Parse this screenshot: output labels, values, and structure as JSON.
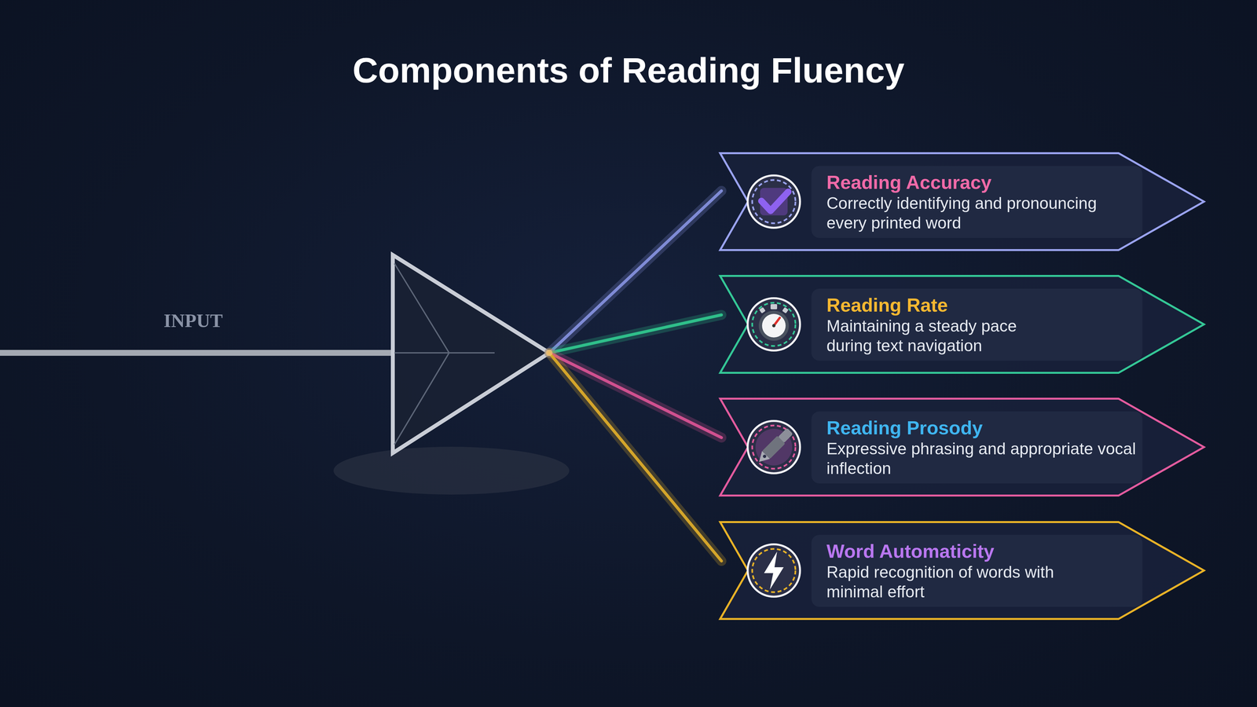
{
  "diagram": {
    "title": "Components of Reading Fluency",
    "nodes": [
      {
        "text": [
          "Reading Accuracy",
          "Correctly identifying and pronouncing every printed word"
        ]
      },
      {
        "text": [
          "Reading Rate",
          "Maintaining a steady pace during text navigation"
        ]
      },
      {
        "text": [
          "Reading Prosody",
          "Expressive phrasing and appropriate vocal inflection"
        ]
      },
      {
        "text": [
          "Word Automaticity",
          "Rapid recognition of words with minimal effort"
        ]
      }
    ],
    "labels": [
      "INPUT"
    ]
  }
}
